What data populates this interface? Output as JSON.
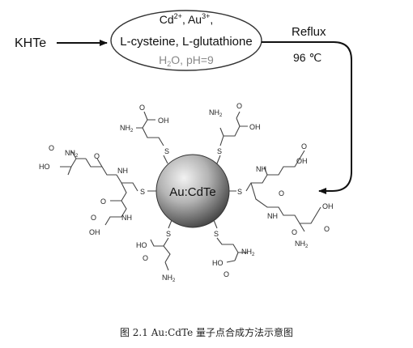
{
  "reactant": "KHTe",
  "ellipse": {
    "line1_base": "Cd",
    "line1_sup1": "2+",
    "line1_mid": ", Au",
    "line1_sup2": "3+",
    "line1_end": ",",
    "line2": "L-cysteine, L-glutathione",
    "line3_a": "H",
    "line3_sub": "2",
    "line3_b": "O, pH=9"
  },
  "condition": {
    "label": "Reflux",
    "temperature": "96 ℃"
  },
  "particle": {
    "label": "Au:CdTe"
  },
  "caption": "图 2.1 Au:CdTe 量子点合成方法示意图",
  "colors": {
    "particle_light": "#e6e6e6",
    "particle_dark": "#3a3a3a",
    "stroke": "#444444"
  },
  "labels": {
    "S": "S",
    "NH2": "NH",
    "NH2_sub": "2",
    "OH": "OH",
    "O": "O",
    "NH": "NH",
    "HO": "HO",
    "OH_left": "HO",
    "NH2_rev": "NH"
  }
}
